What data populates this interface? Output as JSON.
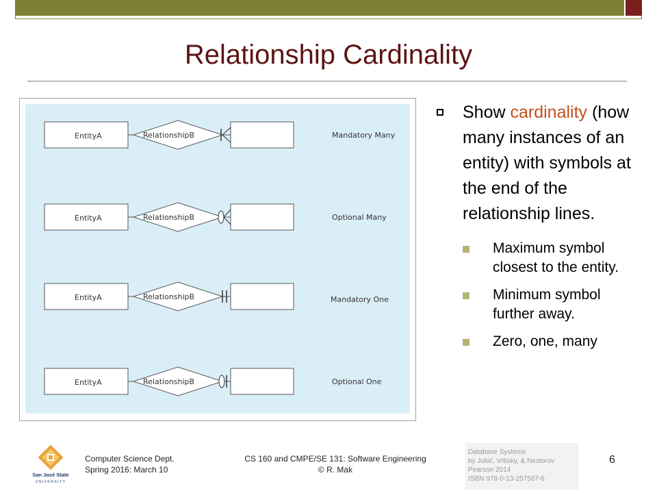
{
  "slide": {
    "title": "Relationship Cardinality",
    "page_number": "6"
  },
  "diagram": {
    "rows": [
      {
        "entity": "EntityA",
        "relationship": "RelationshipB",
        "label": "Mandatory Many"
      },
      {
        "entity": "EntityA",
        "relationship": "RelationshipB",
        "label": "Optional Many"
      },
      {
        "entity": "EntityA",
        "relationship": "RelationshipB",
        "label": "Mandatory One"
      },
      {
        "entity": "EntityA",
        "relationship": "RelationshipB",
        "label": "Optional One"
      }
    ]
  },
  "bullets": {
    "main_pre": "Show ",
    "main_highlight": "cardinality",
    "main_post": " (how many instances of an entity) with symbols at the end of the relationship lines.",
    "sub": [
      "Maximum symbol closest to the entity.",
      "Minimum symbol further away.",
      "Zero, one, many"
    ]
  },
  "footer": {
    "left_line1": "Computer Science Dept.",
    "left_line2": "Spring 2016: March 10",
    "center_line1": "CS 160 and CMPE/SE 131: Software Engineering",
    "center_line2": "© R. Mak",
    "citation": [
      "Database Systems",
      "by Jukić, Vrbsky, & Nestorov",
      "Pearson 2014",
      "ISBN 978-0-13-257567-6"
    ],
    "logo_text_line1": "San José State",
    "logo_text_line2": "UNIVERSITY"
  },
  "colors": {
    "title": "#5c1414",
    "highlight": "#c0501c",
    "diagram_bg": "#daeef8",
    "topbar": "#7f7f35"
  }
}
